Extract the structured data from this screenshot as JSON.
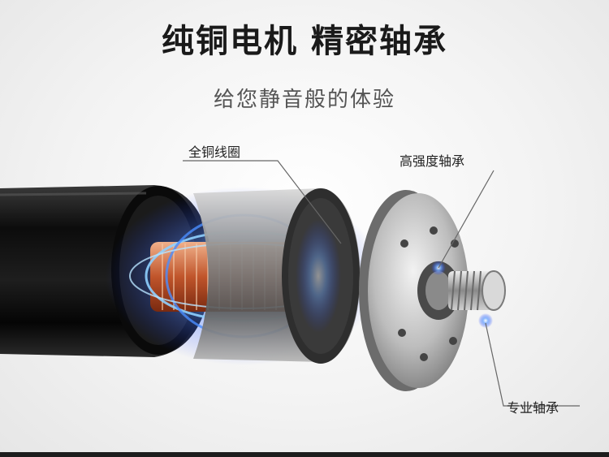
{
  "header": {
    "title": "纯铜电机  精密轴承",
    "subtitle": "给您静音般的体验"
  },
  "callouts": {
    "copper_coil": "全铜线圈",
    "high_strength_bearing": "高强度轴承",
    "professional_bearing": "专业轴承"
  },
  "colors": {
    "glow": "#3a7bff",
    "copper": "#d46a3a",
    "housing": "#111111",
    "metal": "#9a9a9a"
  }
}
